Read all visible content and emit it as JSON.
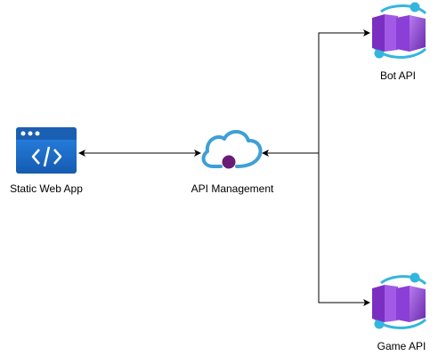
{
  "diagram": {
    "nodes": {
      "static_web_app": {
        "label": "Static Web App",
        "icon": "static-web-app-icon"
      },
      "api_management": {
        "label": "API Management",
        "icon": "api-management-cloud-icon"
      },
      "bot_api": {
        "label": "Bot API",
        "icon": "container-app-icon"
      },
      "game_api": {
        "label": "Game API",
        "icon": "container-app-icon"
      }
    },
    "edges": [
      {
        "from": "static_web_app",
        "to": "api_management",
        "arrows": "both"
      },
      {
        "from": "bot_api",
        "to": "api_management",
        "arrows": "both"
      },
      {
        "from": "game_api",
        "to": "api_management",
        "arrows": "both"
      }
    ],
    "colors": {
      "web_app_blue": "#1B6CC9",
      "apim_blue": "#3E9FD6",
      "apim_dot": "#6A1B78",
      "container_purple": "#8E3FD1",
      "container_ring": "#33B6DE"
    }
  }
}
